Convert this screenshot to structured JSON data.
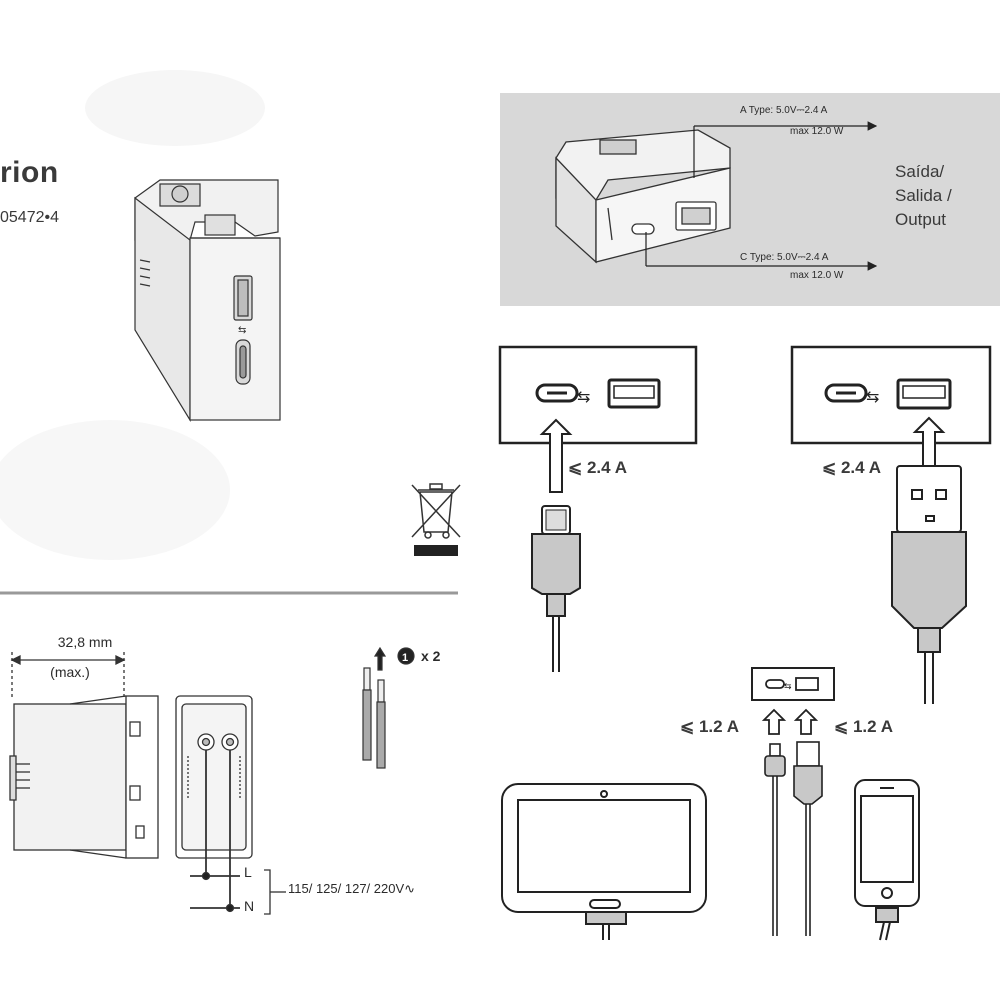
{
  "header": {
    "title": "rion",
    "code": "05472•4"
  },
  "output_panel": {
    "a_type_spec": "A Type: 5.0V⎓2.4 A",
    "a_type_max": "max 12.0 W",
    "c_type_spec": "C Type: 5.0V⎓2.4 A",
    "c_type_max": "max 12.0 W",
    "output_line1": "Saída/",
    "output_line2": "Salida /",
    "output_line3": "Output"
  },
  "current_labels": {
    "usb_c_current": "⩽ 2.4 A",
    "usb_a_current": "⩽ 2.4 A",
    "left_shared_current": "⩽ 1.2 A",
    "right_shared_current": "⩽ 1.2 A"
  },
  "installation": {
    "depth_value": "32,8 mm",
    "depth_note": "(max.)",
    "terminal_l": "L",
    "terminal_n": "N",
    "wire_l": "L",
    "wire_n": "N",
    "voltage": "115/ 125/ 127/ 220V∿",
    "step_number": "1",
    "step_count": "x 2"
  },
  "icons": [
    "usb-c-port-icon",
    "usb-a-port-icon",
    "usb-symbol-icon",
    "weee-bin-icon",
    "tablet-icon",
    "phone-icon",
    "up-arrow-icon"
  ]
}
